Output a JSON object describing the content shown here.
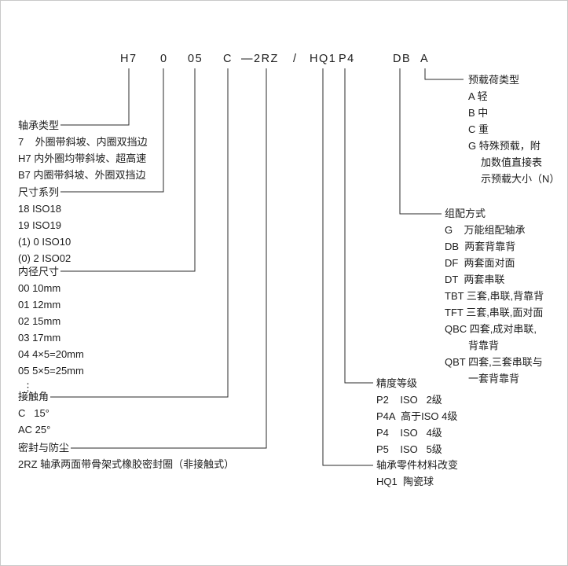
{
  "code": {
    "bearing_type": "H7",
    "size_series": "0",
    "bore": "05",
    "contact_angle": "C",
    "seal": "—2RZ",
    "slash": "/",
    "material": "HQ1",
    "precision": "P4",
    "arrangement": "DB",
    "preload": "A"
  },
  "left": {
    "bearing_type": {
      "title": "轴承类型",
      "items": [
        "7    外圈带斜坡、内圈双挡边",
        "H7 内外圈均带斜坡、超高速",
        "B7 内圈带斜坡、外圈双挡边"
      ]
    },
    "size_series": {
      "title": "尺寸系列",
      "items": [
        "18 ISO18",
        "19 ISO19",
        "(1) 0 ISO10",
        "(0) 2 ISO02"
      ]
    },
    "bore": {
      "title": "内径尺寸",
      "items": [
        "00 10mm",
        "01 12mm",
        "02 15mm",
        "03 17mm",
        "04 4×5=20mm",
        "05 5×5=25mm",
        "⋮"
      ]
    },
    "contact_angle": {
      "title": "接触角",
      "items": [
        "C   15°",
        "AC 25°"
      ]
    },
    "seal": {
      "title": "密封与防尘",
      "items": [
        "2RZ 轴承两面带骨架式橡胶密封圈（非接触式）"
      ]
    }
  },
  "right": {
    "preload": {
      "title": "预载荷类型",
      "items": [
        "A 轻",
        "B 中",
        "C 重",
        "G 特殊预载，附",
        "加数值直接表",
        "示预载大小（N）"
      ]
    },
    "arrangement": {
      "title": "组配方式",
      "items": [
        "G    万能组配轴承",
        "DB  两套背靠背",
        "DF  两套面对面",
        "DT  两套串联",
        "TBT 三套,串联,背靠背",
        "TFT 三套,串联,面对面",
        "QBC 四套,成对串联,",
        "背靠背",
        "QBT 四套,三套串联与",
        "一套背靠背"
      ]
    },
    "precision": {
      "title": "精度等级",
      "items": [
        "P2    ISO   2级",
        "P4A  高于ISO 4级",
        "P4    ISO   4级",
        "P5    ISO   5级"
      ]
    },
    "material": {
      "title": "轴承零件材料改变",
      "items": [
        "HQ1  陶瓷球"
      ]
    }
  }
}
